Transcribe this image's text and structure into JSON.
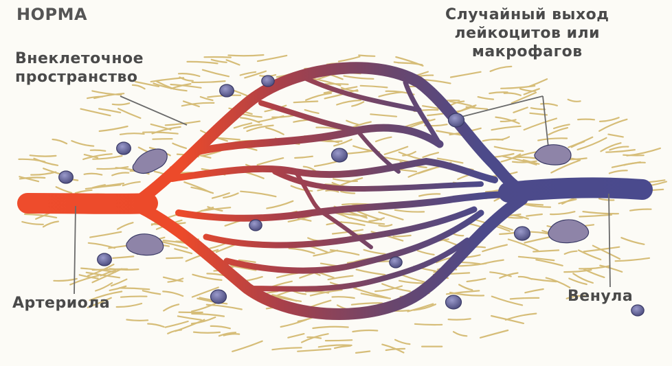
{
  "diagram": {
    "title": "НОРМА",
    "labels": {
      "extracellular": [
        "Внеклеточное",
        "пространство"
      ],
      "leukocytes": [
        "Случайный выход",
        "лейкоцитов или",
        "макрофагов"
      ],
      "arteriole": "Артериола",
      "venule": "Венула"
    },
    "colors": {
      "arterial": "#ee4c2c",
      "venous": "#4a4a8c",
      "fibers": "#d9c382",
      "cells": "#5a5a8a",
      "text": "#4a4a4a"
    }
  }
}
